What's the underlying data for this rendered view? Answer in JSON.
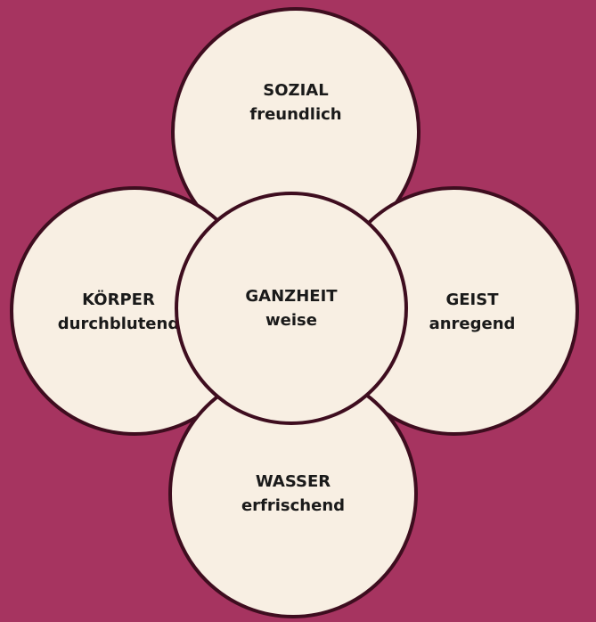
{
  "diagram": {
    "nodes": [
      {
        "id": "sozial",
        "title": "SOZIAL",
        "subtitle": "freundlich"
      },
      {
        "id": "koerper",
        "title": "KÖRPER",
        "subtitle": "durchblutend"
      },
      {
        "id": "geist",
        "title": "GEIST",
        "subtitle": "anregend"
      },
      {
        "id": "wasser",
        "title": "WASSER",
        "subtitle": "erfrischend"
      },
      {
        "id": "ganzheit",
        "title": "GANZHEIT",
        "subtitle": "weise"
      }
    ]
  },
  "colors": {
    "background": "#a63460",
    "circle_fill": "#f8efe3",
    "circle_stroke": "#3e0d1f",
    "text": "#1a1a1a"
  }
}
